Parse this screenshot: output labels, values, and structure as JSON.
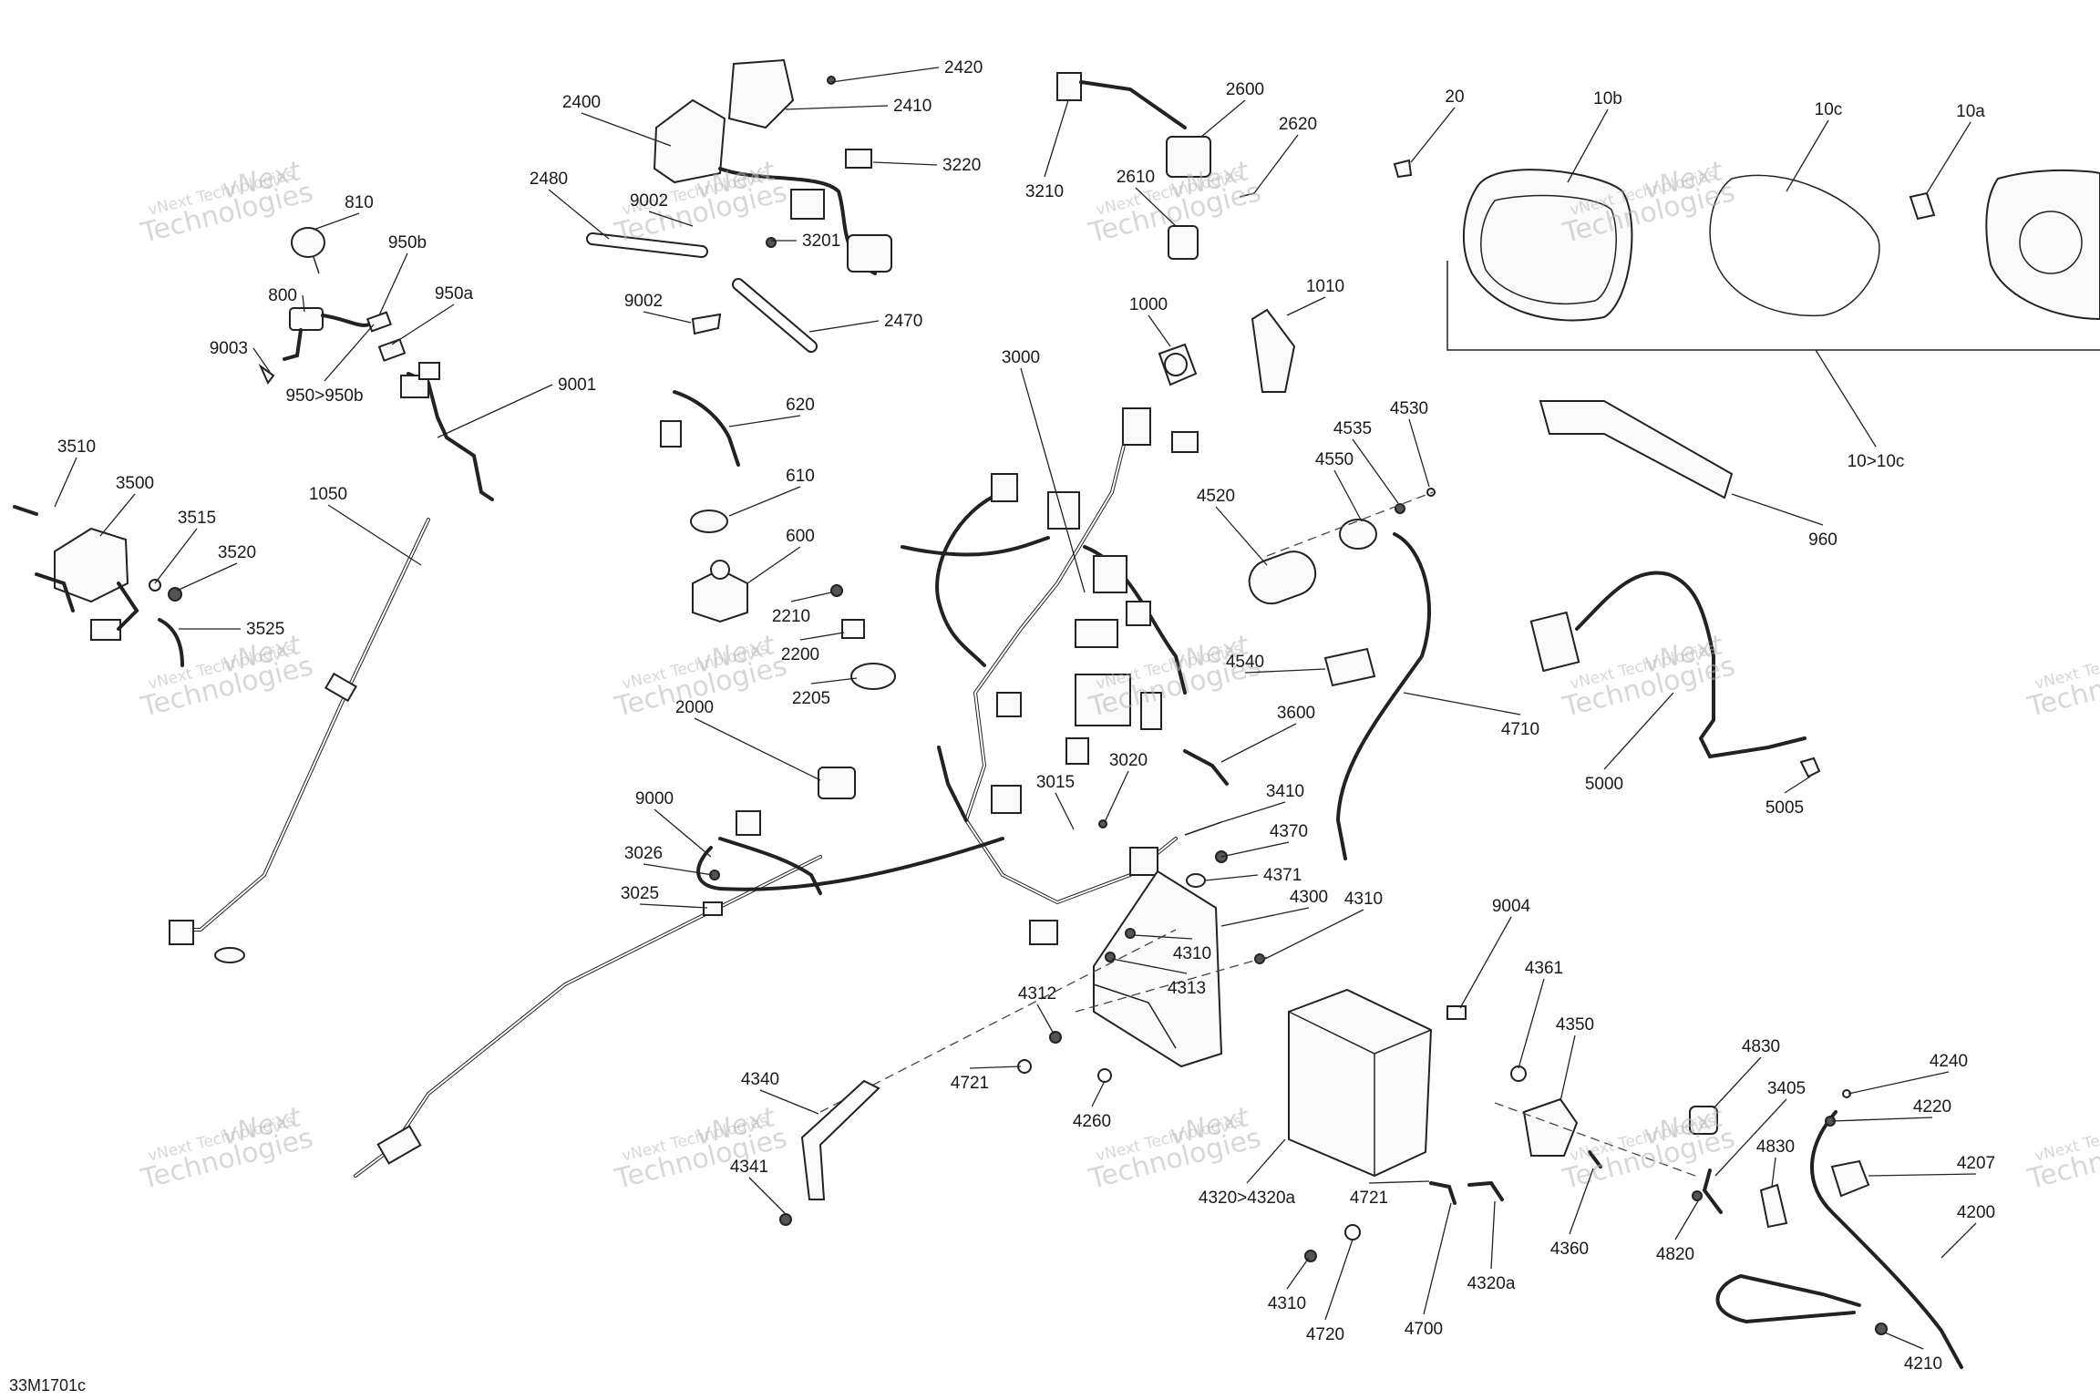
{
  "diagram": {
    "part_labels": [
      "810",
      "950b",
      "950a",
      "800",
      "9003",
      "950>950b",
      "9001",
      "3510",
      "3500",
      "3515",
      "3520",
      "3525",
      "1050",
      "2400",
      "2420",
      "2410",
      "3220",
      "2480",
      "9002",
      "3201",
      "9002",
      "2470",
      "620",
      "610",
      "600",
      "2210",
      "2200",
      "2205",
      "2000",
      "3210",
      "2600",
      "2620",
      "2610",
      "1000",
      "1010",
      "3000",
      "4550",
      "4535",
      "4530",
      "4520",
      "4540",
      "4710",
      "3600",
      "3015",
      "3020",
      "3410",
      "4370",
      "4371",
      "9000",
      "3026",
      "3025",
      "4300",
      "4310",
      "4310",
      "4313",
      "4312",
      "4721",
      "4260",
      "4340",
      "4341",
      "20",
      "10b",
      "10c",
      "10a",
      "10>10c",
      "960",
      "5000",
      "5005",
      "9004",
      "4361",
      "4350",
      "4830",
      "3405",
      "4830",
      "4820",
      "4360",
      "4240",
      "4220",
      "4207",
      "4200",
      "4210",
      "4320>4320a",
      "4721",
      "4310",
      "4720",
      "4700",
      "4320a"
    ],
    "watermark_line1": "vNext",
    "watermark_line2": "vNext Technologies",
    "watermark_line3": "Technologies",
    "figure_code": "33M1701c"
  }
}
